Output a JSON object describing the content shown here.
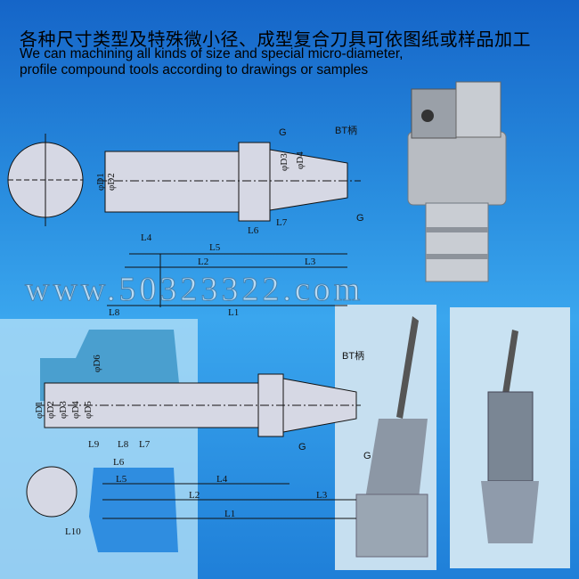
{
  "header": {
    "title_cn": "各种尺寸类型及特殊微小径、成型复合刀具可依图纸或样品加工",
    "title_en_line1": "We can machining all kinds of size and special micro-diameter,",
    "title_en_line2": "profile compound tools according to drawings or samples"
  },
  "watermark": "www.50323322.com",
  "drawing_top": {
    "shank_label": "BT柄",
    "finish_symbol": "G",
    "diameters": [
      "φD1",
      "φD2",
      "φD3",
      "φD4"
    ],
    "lengths": [
      "L1",
      "L2",
      "L3",
      "L4",
      "L5",
      "L6",
      "L7",
      "L8"
    ]
  },
  "drawing_bottom": {
    "shank_label": "BT柄",
    "finish_symbol": "G",
    "diameters": [
      "φD1",
      "φD2",
      "φD3",
      "φD4",
      "φD5",
      "φD6"
    ],
    "lengths": [
      "L1",
      "L2",
      "L3",
      "L4",
      "L5",
      "L6",
      "L7",
      "L8",
      "L9",
      "L10"
    ]
  },
  "colors": {
    "background": "#2a8fe0",
    "panel": "#9fd3f3",
    "drawing_fill": "#d6d8e4"
  }
}
